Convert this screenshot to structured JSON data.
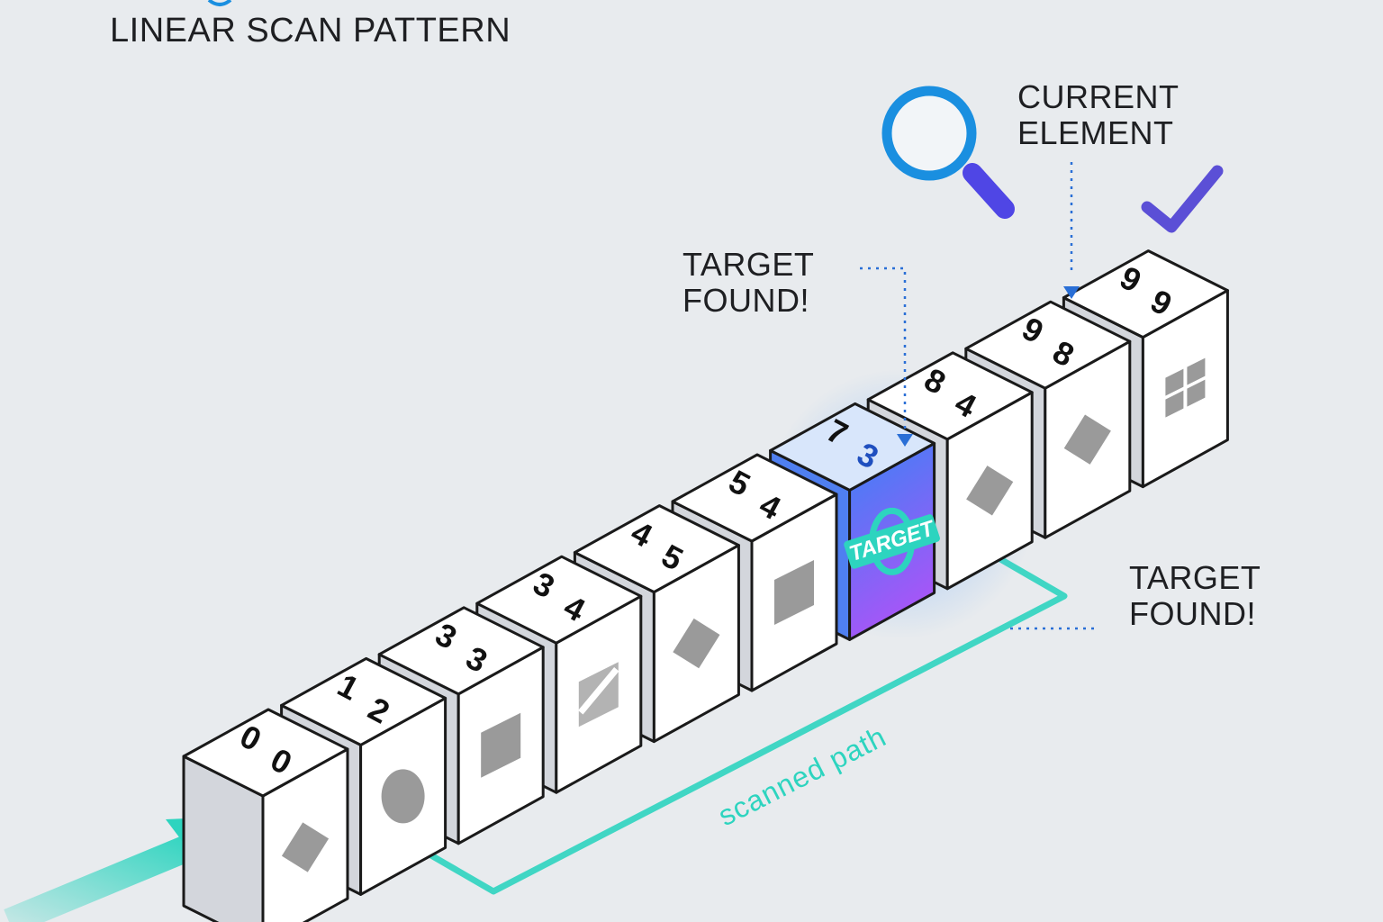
{
  "title": "LINEAR SCAN PATTERN",
  "callouts": {
    "current_element": {
      "line1": "CURRENT",
      "line2": "ELEMENT"
    },
    "target_found_top": {
      "line1": "TARGET",
      "line2": "FOUND!"
    },
    "target_found_right": {
      "line1": "TARGET",
      "line2": "FOUND!"
    }
  },
  "path_label": "scanned path",
  "target_badge": "TARGET",
  "cubes": [
    {
      "top": [
        "0",
        "0"
      ],
      "front_icon": "diamond-icon"
    },
    {
      "top": [
        "1",
        "2"
      ],
      "front_icon": "circle-icon"
    },
    {
      "top": [
        "3",
        "3"
      ],
      "front_icon": "square-icon"
    },
    {
      "top": [
        "3",
        "4"
      ],
      "front_icon": "hatched-square-icon"
    },
    {
      "top": [
        "4",
        "5"
      ],
      "front_icon": "diamond-icon"
    },
    {
      "top": [
        "5",
        "4"
      ],
      "front_icon": "square-icon"
    },
    {
      "top": [
        "7",
        "3"
      ],
      "front_icon": "target-badge",
      "highlight": true
    },
    {
      "top": [
        "8",
        "4"
      ],
      "front_icon": "diamond-icon"
    },
    {
      "top": [
        "9",
        "8"
      ],
      "front_icon": "diamond-icon"
    },
    {
      "top": [
        "9",
        "9"
      ],
      "front_icon": "grid-icon"
    }
  ],
  "colors": {
    "accent_teal": "#2dd4bf",
    "magnifier_blue": "#1a8fe0",
    "magnifier_handle": "#4f46e5",
    "check_purple": "#5b4fd6",
    "target_gradient_top": "#3b82f6",
    "target_gradient_bottom": "#a855f7",
    "cube_stroke": "#1a1a1a",
    "icon_gray": "#9a9a9a"
  }
}
